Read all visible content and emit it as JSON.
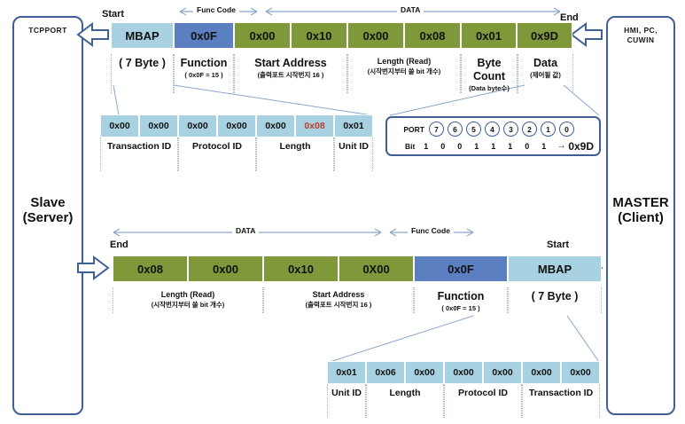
{
  "colors": {
    "mbap": "#a8d2e2",
    "function": "#5b7fc0",
    "data": "#7f983a",
    "border": "#3f5f96",
    "accent_red": "#c0392b",
    "arrow_line": "#8aa7cc"
  },
  "left_node": {
    "top_label": "TCPPORT",
    "title": "Slave",
    "subtitle": "(Server)"
  },
  "right_node": {
    "top_label_line1": "HMI, PC,",
    "top_label_line2": "CUWIN",
    "title": "MASTER",
    "subtitle": "(Client)"
  },
  "request": {
    "start_label": "Start",
    "end_label": "End",
    "func_code_label": "Func Code",
    "data_label": "DATA",
    "cells": [
      {
        "value": "MBAP",
        "type": "mbap"
      },
      {
        "value": "0x0F",
        "type": "function"
      },
      {
        "value": "0x00",
        "type": "data"
      },
      {
        "value": "0x10",
        "type": "data"
      },
      {
        "value": "0x00",
        "type": "data"
      },
      {
        "value": "0x08",
        "type": "data"
      },
      {
        "value": "0x01",
        "type": "data"
      },
      {
        "value": "0x9D",
        "type": "data"
      }
    ],
    "captions": [
      {
        "title": "( 7 Byte )",
        "sub": ""
      },
      {
        "title": "Function",
        "sub": "( 0x0F = 15 )"
      },
      {
        "title": "Start Address",
        "sub": "(출력포트 시작번지 16 )"
      },
      {
        "title": "Length  (Read)",
        "sub": "(시작번지부터 쓸 bit 개수)"
      },
      {
        "title": "Byte Count",
        "sub": "(Data byte수)"
      },
      {
        "title": "Data",
        "sub": "(제어될 값)"
      }
    ]
  },
  "response": {
    "start_label": "Start",
    "end_label": "End",
    "func_code_label": "Func Code",
    "data_label": "DATA",
    "cells": [
      {
        "value": "0x08",
        "type": "data"
      },
      {
        "value": "0x00",
        "type": "data"
      },
      {
        "value": "0x10",
        "type": "data"
      },
      {
        "value": "0X00",
        "type": "data"
      },
      {
        "value": "0x0F",
        "type": "function"
      },
      {
        "value": "MBAP",
        "type": "mbap"
      }
    ],
    "captions": [
      {
        "title": "Length  (Read)",
        "sub": "(시작번지부터 쓸 bit 개수)"
      },
      {
        "title": "Start  Address",
        "sub": "(출력포트 시작번지 16 )"
      },
      {
        "title": "Function",
        "sub": "( 0x0F = 15 )"
      },
      {
        "title": "( 7 Byte )",
        "sub": ""
      }
    ]
  },
  "mbap_request_detail": {
    "cells": [
      {
        "value": "0x00",
        "highlight": false
      },
      {
        "value": "0x00",
        "highlight": false
      },
      {
        "value": "0x00",
        "highlight": false
      },
      {
        "value": "0x00",
        "highlight": false
      },
      {
        "value": "0x00",
        "highlight": false
      },
      {
        "value": "0x08",
        "highlight": true
      },
      {
        "value": "0x01",
        "highlight": false
      }
    ],
    "captions": [
      "Transaction ID",
      "Protocol ID",
      "Length",
      "Unit ID"
    ]
  },
  "mbap_response_detail": {
    "cells": [
      {
        "value": "0x01",
        "highlight": false
      },
      {
        "value": "0x06",
        "highlight": false
      },
      {
        "value": "0x00",
        "highlight": false
      },
      {
        "value": "0x00",
        "highlight": false
      },
      {
        "value": "0x00",
        "highlight": false
      },
      {
        "value": "0x00",
        "highlight": false
      },
      {
        "value": "0x00",
        "highlight": false
      }
    ],
    "captions": [
      "Unit ID",
      "Length",
      "Protocol ID",
      "Transaction ID"
    ]
  },
  "port_box": {
    "port_label": "PORT",
    "bit_label": "Bit",
    "ports": [
      "7",
      "6",
      "5",
      "4",
      "3",
      "2",
      "1",
      "0"
    ],
    "bits": [
      "1",
      "0",
      "0",
      "1",
      "1",
      "1",
      "0",
      "1"
    ],
    "arrow": "→",
    "result": "0x9D"
  }
}
